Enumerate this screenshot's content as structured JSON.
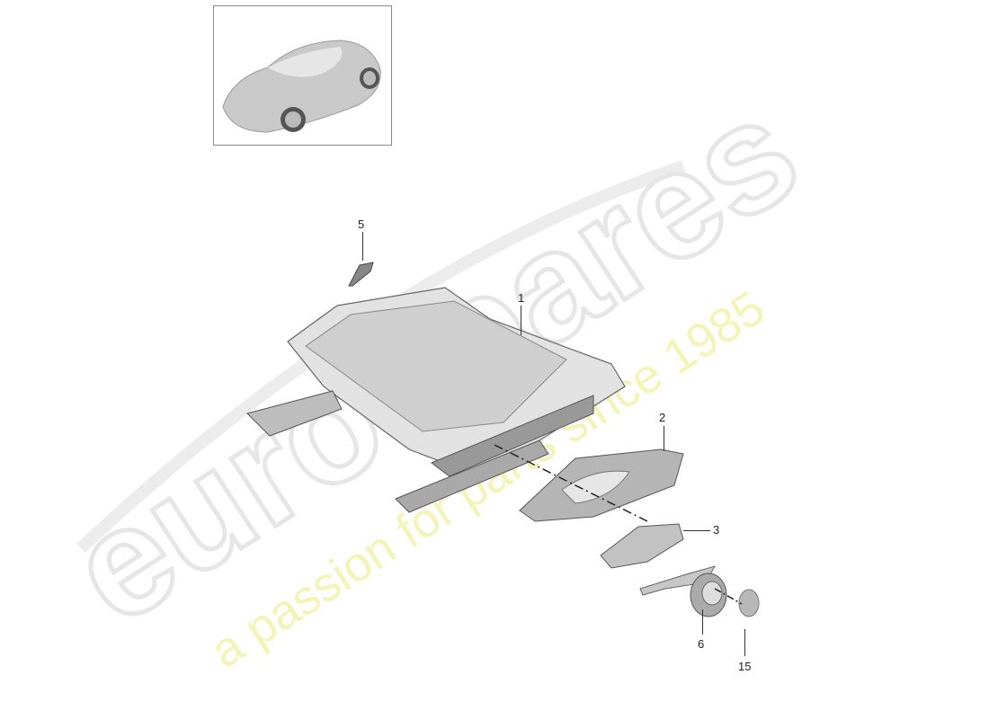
{
  "thumbnail": {
    "subject": "car-thumbnail",
    "alt": "Porsche coupe overview"
  },
  "watermark": {
    "brand": "eurospares",
    "tagline": "a passion for parts since 1985",
    "brand_color": "#e8e8e8",
    "tagline_color": "#f3f3b0"
  },
  "callouts": [
    {
      "id": "1",
      "label": "1"
    },
    {
      "id": "2",
      "label": "2"
    },
    {
      "id": "3",
      "label": "3"
    },
    {
      "id": "5",
      "label": "5"
    },
    {
      "id": "6",
      "label": "6"
    },
    {
      "id": "15",
      "label": "15"
    }
  ],
  "parts": {
    "1": "seat-frame",
    "2": "side-trim-panel",
    "3": "switch-panel",
    "5": "bracket",
    "6": "control-knob",
    "15": "cap"
  }
}
